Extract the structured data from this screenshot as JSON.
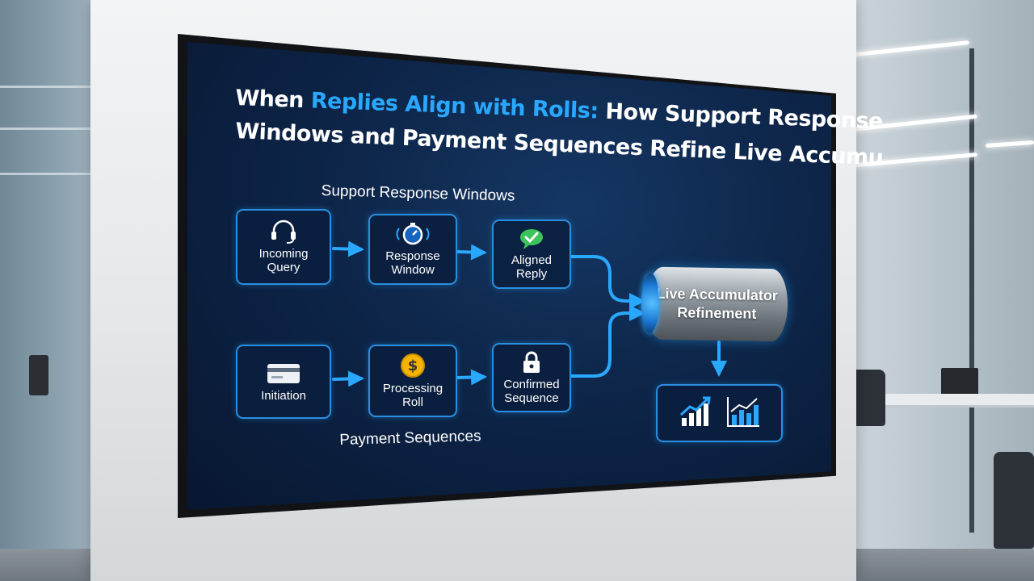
{
  "title": {
    "line1_a": "When ",
    "line1_hl": "Replies Align with Rolls:",
    "line1_b": " How Support Response",
    "line2": "Windows and Payment Sequences Refine Live Accumu"
  },
  "sections": {
    "top": "Support Response Windows",
    "bottom": "Payment Sequences"
  },
  "nodes": {
    "incoming": {
      "label": "Incoming\nQuery",
      "icon": "headset-icon"
    },
    "response": {
      "label": "Response\nWindow",
      "icon": "stopwatch-icon"
    },
    "aligned": {
      "label": "Aligned\nReply",
      "icon": "check-chat-icon"
    },
    "initiation": {
      "label": "Initiation",
      "icon": "credit-card-icon"
    },
    "processing": {
      "label": "Processing\nRoll",
      "icon": "dollar-coin-icon"
    },
    "confirmed": {
      "label": "Confirmed\nSequence",
      "icon": "padlock-icon"
    }
  },
  "accumulator": {
    "label": "Live Accumulator\nRefinement"
  },
  "results": {
    "icons": [
      "growth-chart-icon",
      "bar-chart-icon"
    ]
  },
  "colors": {
    "accent": "#29a8ff",
    "node_border": "#2a8fe0",
    "screen_bg": "#0d2548",
    "check_green": "#3cc45a",
    "coin_gold": "#f4b400"
  }
}
